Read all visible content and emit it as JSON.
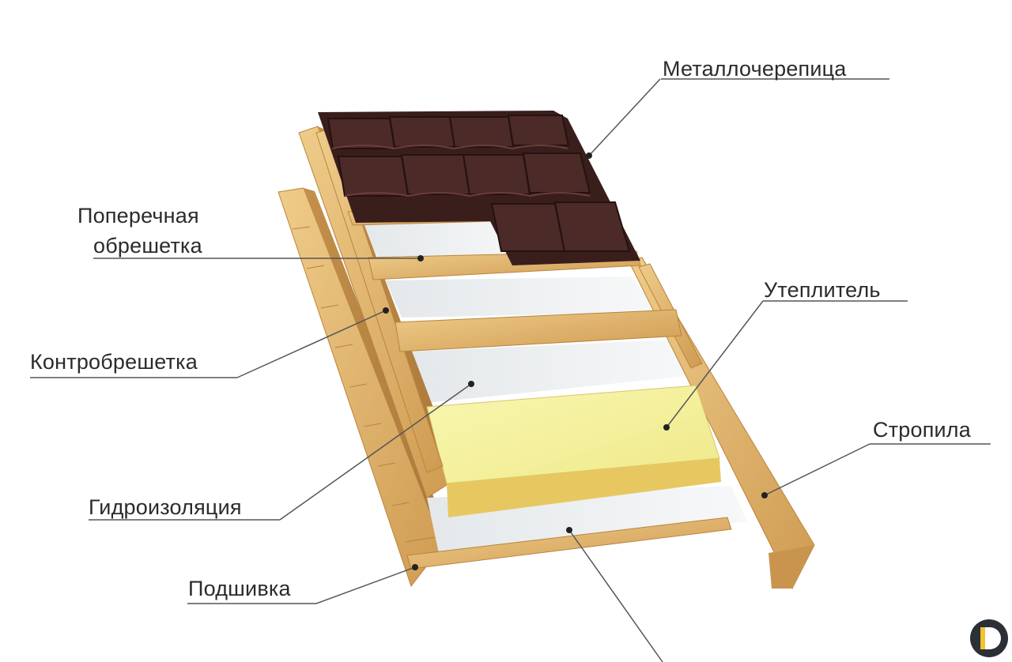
{
  "labels": {
    "metal_tile": "Металлочерепица",
    "cross_batten_line1": "Поперечная",
    "cross_batten_line2": "обрешетка",
    "counter_batten": "Контробрешетка",
    "insulation": "Утеплитель",
    "rafters": "Стропила",
    "waterproofing": "Гидроизоляция",
    "soffit": "Подшивка"
  },
  "colors": {
    "wood_light": "#e8c07a",
    "wood_mid": "#d9a85c",
    "wood_dark": "#b9843e",
    "tile": "#3a1e1c",
    "tile_highlight": "#5a3430",
    "membrane": "#eef1f2",
    "insulation": "#f4f39a",
    "insulation_side": "#e6c75f",
    "leader_line": "#555555",
    "logo_dark": "#2b2f36",
    "logo_accent": "#f2c230"
  },
  "icons": {
    "logo": "brand-logo-icon"
  }
}
